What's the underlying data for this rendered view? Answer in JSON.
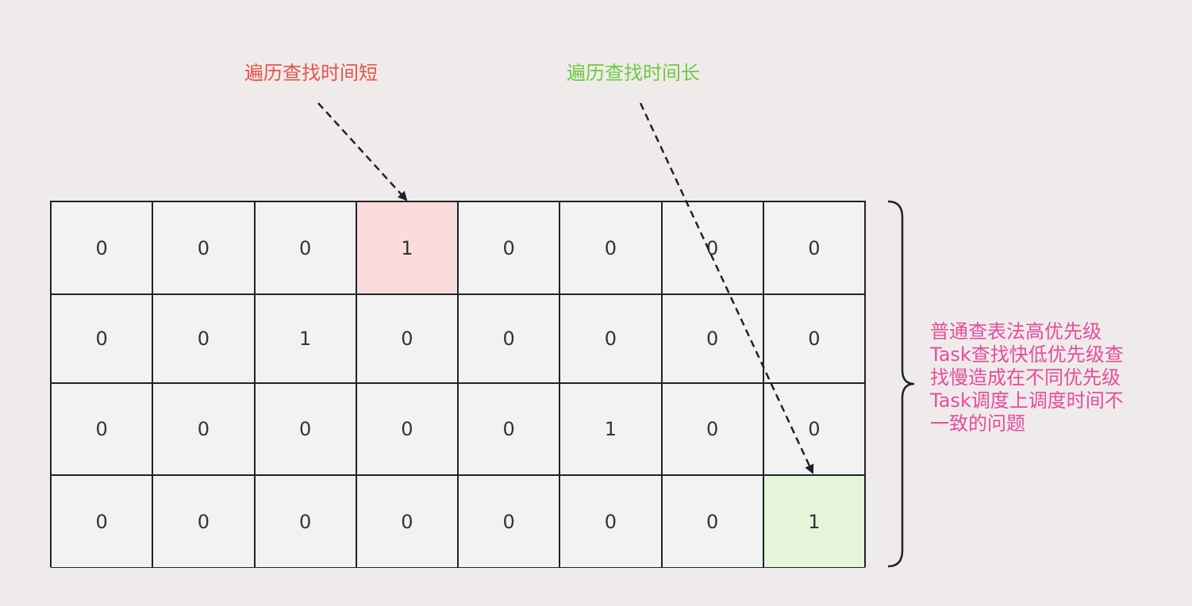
{
  "labels": {
    "short": "遍历查找时间短",
    "long": "遍历查找时间长"
  },
  "grid": {
    "rows": [
      [
        "0",
        "0",
        "0",
        "1",
        "0",
        "0",
        "0",
        "0"
      ],
      [
        "0",
        "0",
        "1",
        "0",
        "0",
        "0",
        "0",
        "0"
      ],
      [
        "0",
        "0",
        "0",
        "0",
        "0",
        "1",
        "0",
        "0"
      ],
      [
        "0",
        "0",
        "0",
        "0",
        "0",
        "0",
        "0",
        "1"
      ]
    ],
    "highlights": [
      {
        "row": 0,
        "col": 3,
        "color": "#fadcdb"
      },
      {
        "row": 3,
        "col": 7,
        "color": "#e4f5da"
      }
    ]
  },
  "note": "普通查表法高优先级\nTask查找快低优先级查\n找慢造成在不同优先级\nTask调度上调度时间不\n一致的问题",
  "colors": {
    "background": "#efebea",
    "short_label": "#e5534b",
    "long_label": "#6ccb3f",
    "note": "#e64c9d",
    "line": "#1e2328",
    "cell_bg": "#f3f2f2"
  }
}
